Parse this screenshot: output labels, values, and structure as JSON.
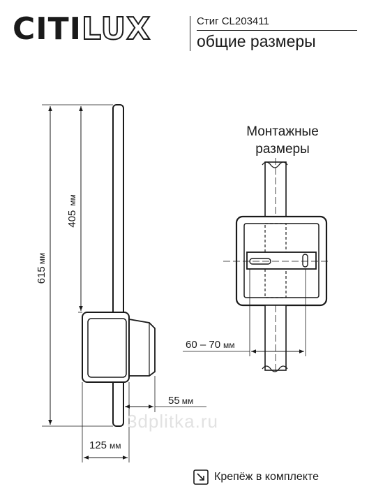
{
  "header": {
    "brand_main": "CITI",
    "brand_accent": "LUX",
    "model_label": "Стиг CL203411",
    "subtitle": "общие размеры"
  },
  "mounting": {
    "title_line1": "Монтажные",
    "title_line2": "размеры"
  },
  "dimensions": {
    "total_height_value": "615",
    "total_height_unit": "мм",
    "upper_height_value": "405",
    "upper_height_unit": "мм",
    "depth_value": "55",
    "depth_unit": "мм",
    "width_value": "125",
    "width_unit": "мм",
    "mount_spacing_value": "60 – 70",
    "mount_spacing_unit": "мм"
  },
  "watermark": "3dplitka.ru",
  "footer": {
    "text": "Крепёж в комплекте",
    "icon": "screw-icon"
  }
}
